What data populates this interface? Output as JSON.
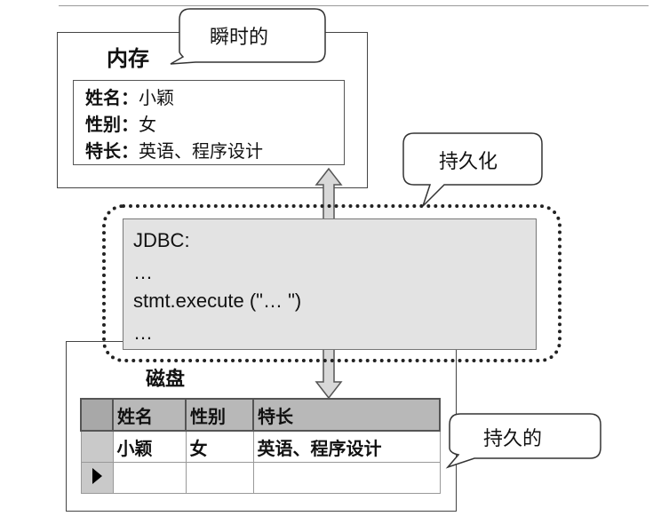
{
  "callouts": {
    "transient": "瞬时的",
    "persistence": "持久化",
    "persistent": "持久的"
  },
  "memory": {
    "title": "内存",
    "record": [
      {
        "label": "姓名：",
        "value": "小颖"
      },
      {
        "label": "性别：",
        "value": "女"
      },
      {
        "label": "特长：",
        "value": "英语、程序设计"
      }
    ]
  },
  "jdbc": {
    "lines": [
      "JDBC:",
      "…",
      "stmt.execute (\"… \")",
      "…"
    ]
  },
  "disk": {
    "title": "磁盘",
    "table": {
      "headers": [
        "姓名",
        "性别",
        "特长"
      ],
      "rows": [
        [
          "小颖",
          "女",
          "英语、程序设计"
        ],
        [
          "",
          "",
          ""
        ]
      ]
    }
  }
}
